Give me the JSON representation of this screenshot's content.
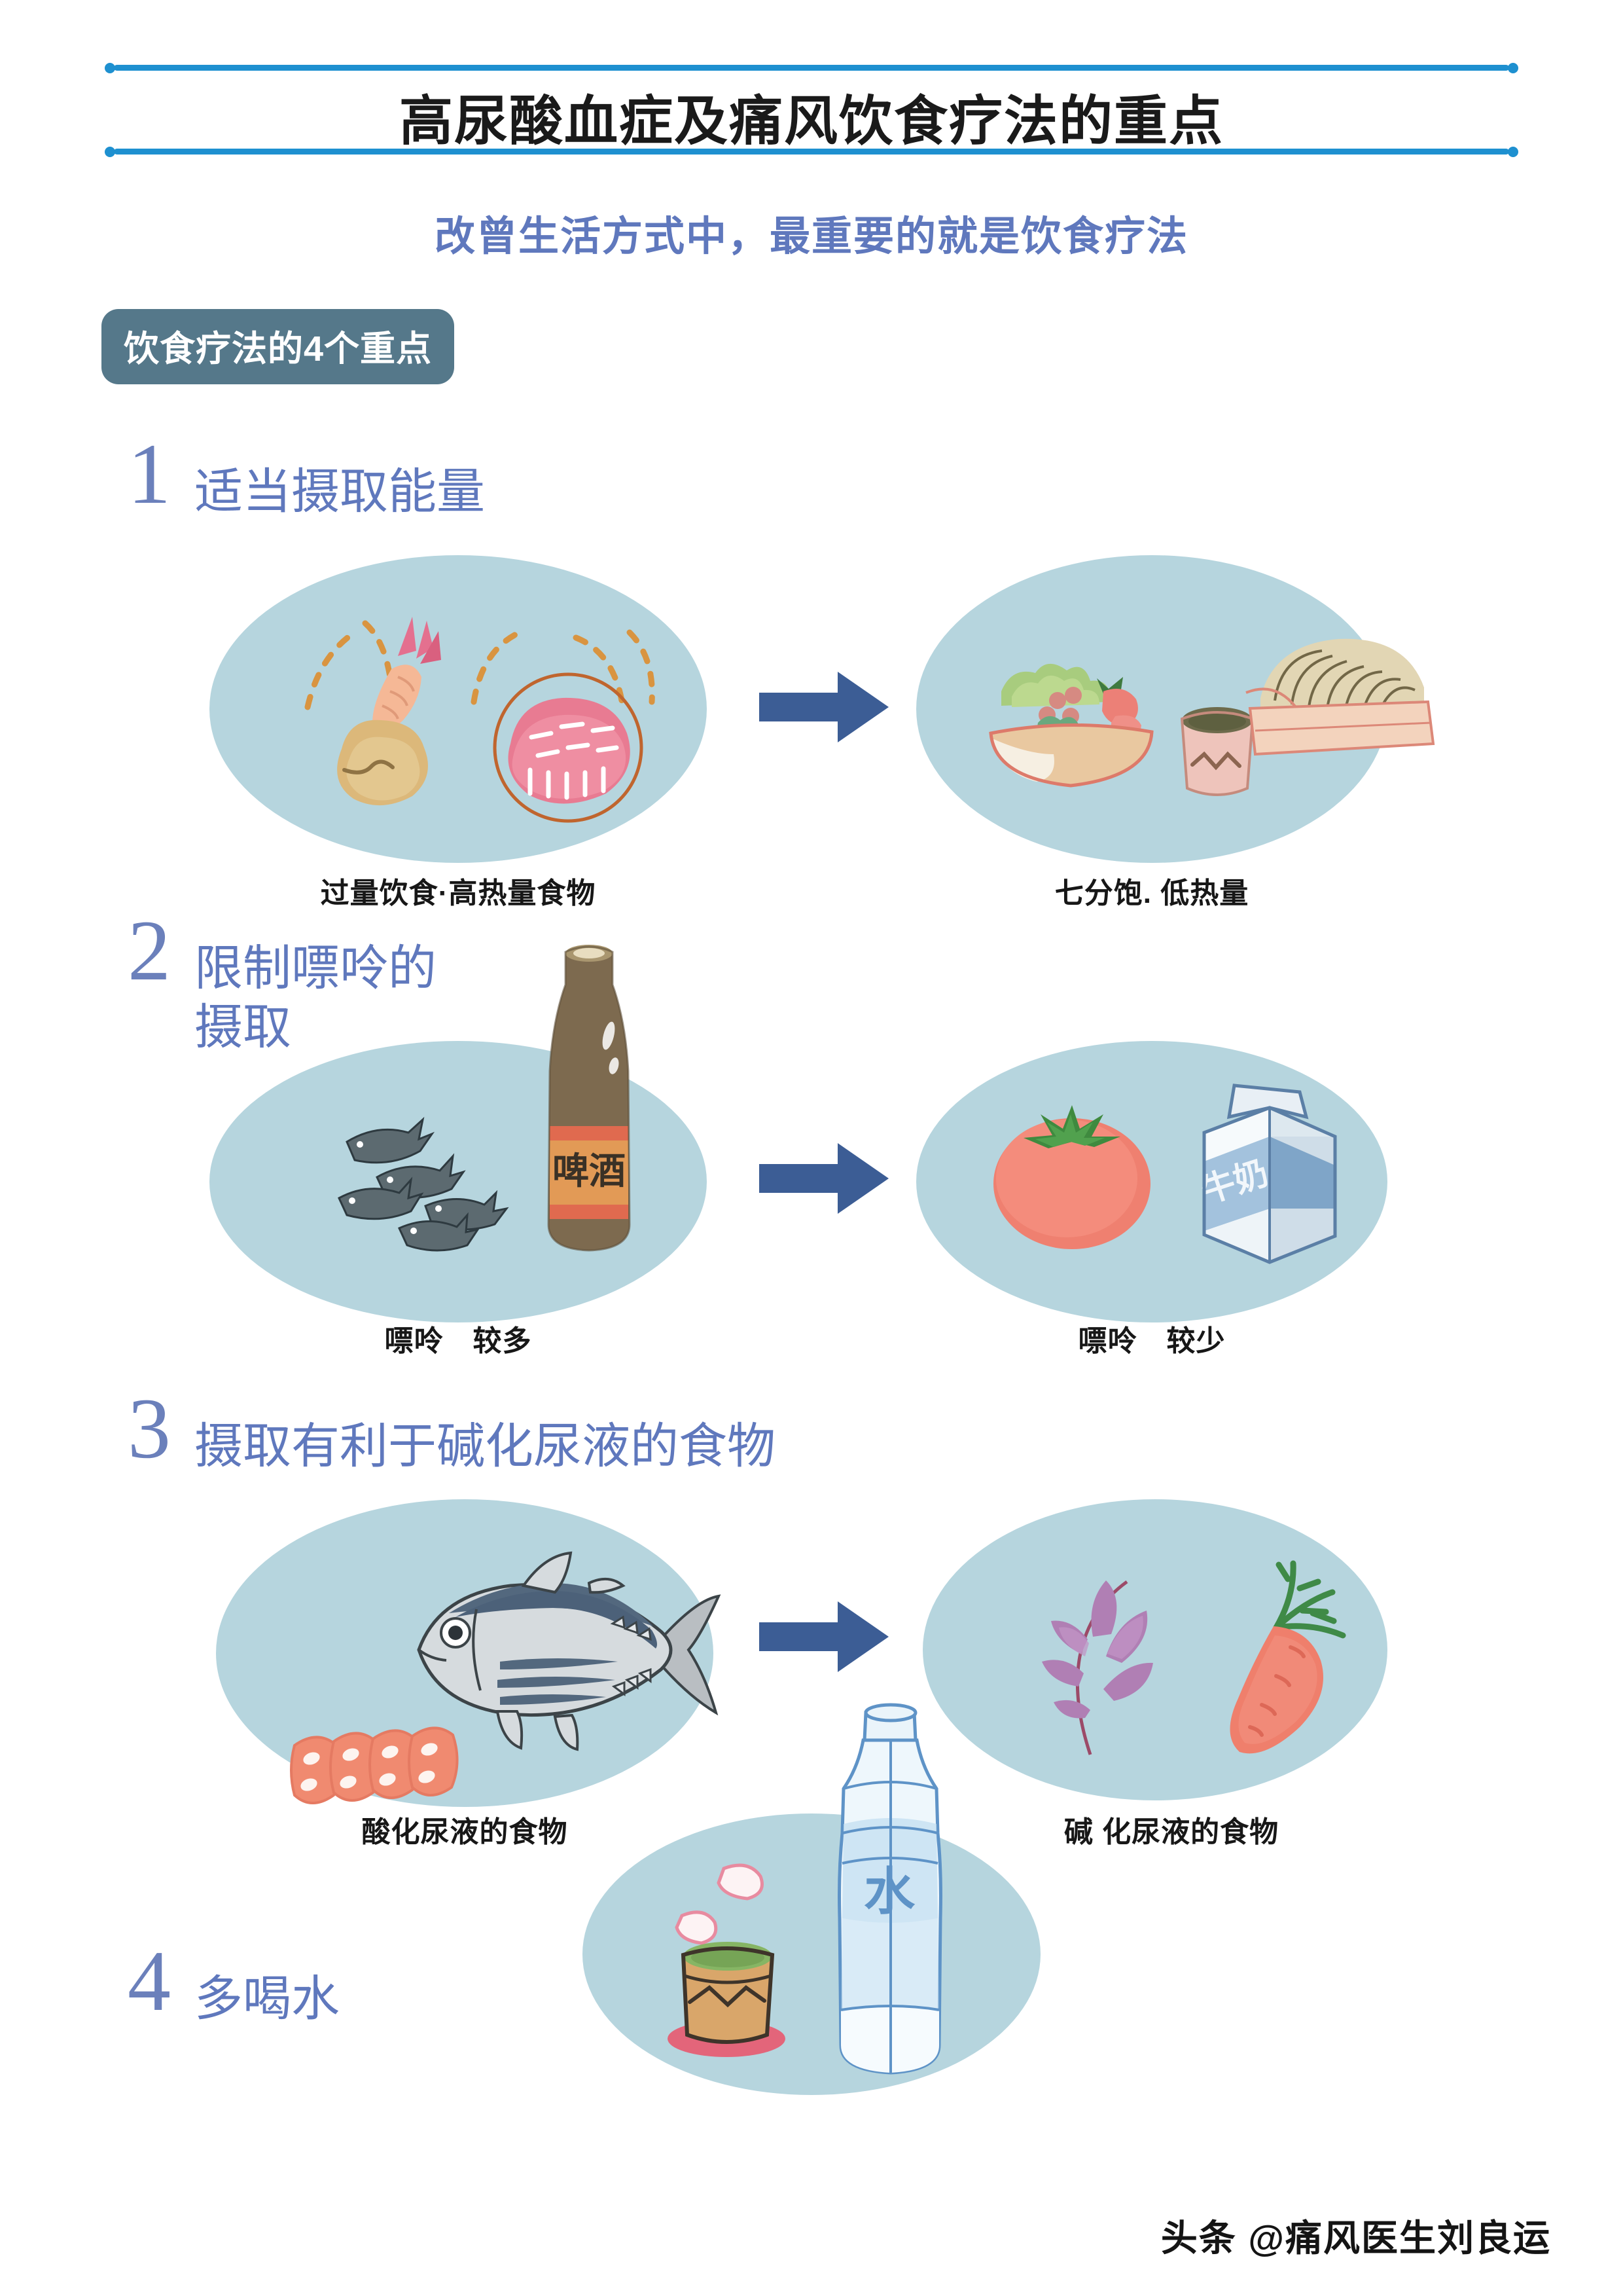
{
  "header": {
    "main_title": "高尿酸血症及痛风饮食疗法的重点",
    "sub_title": "改曾生活方式中，最重要的就是饮食疗法",
    "badge_label": "饮食疗法的4个重点",
    "rule_color": "#1e90d0",
    "title_color": "#1a1a1a",
    "sub_title_color": "#5f78bd",
    "badge_bg": "#55788a",
    "badge_text_color": "#ffffff"
  },
  "theme": {
    "accent_blue": "#5f78bd",
    "number_color": "#6b80bb",
    "blob_fill": "#b6d5de",
    "arrow_color": "#3c5d95",
    "caption_color": "#171717"
  },
  "sections": [
    {
      "number": "1",
      "title": "适当摄取能量",
      "left": {
        "caption": "过量饮食·高热量食物",
        "items": [
          "tempura-shrimp",
          "steak"
        ]
      },
      "right": {
        "caption": "七分饱. 低热量",
        "items": [
          "salad-bowl",
          "dipping-cup",
          "soba-noodles"
        ]
      },
      "arrow": "arrow-right"
    },
    {
      "number": "2",
      "title": "限制嘌呤的\n摄取",
      "left": {
        "caption": "嘌呤　较多",
        "items": [
          "dried-sardines",
          "beer-bottle"
        ],
        "bottle_label": "啤酒"
      },
      "right": {
        "caption": "嘌呤　较少",
        "items": [
          "tomato",
          "milk-carton"
        ],
        "carton_label": "牛奶"
      },
      "arrow": "arrow-right"
    },
    {
      "number": "3",
      "title": "摄取有利于碱化尿液的食物",
      "left": {
        "caption": "酸化尿液的食物",
        "items": [
          "sliced-meat",
          "bonito-fish"
        ]
      },
      "right": {
        "caption": "碱 化尿液的食物",
        "items": [
          "arugula-leaf",
          "carrot"
        ]
      },
      "arrow": "arrow-right"
    },
    {
      "number": "4",
      "title": "多喝水",
      "center": {
        "items": [
          "tea-cup",
          "water-bottle"
        ],
        "bottle_label": "水"
      }
    }
  ],
  "footer": {
    "watermark": "头条 @痛风医生刘良运"
  }
}
